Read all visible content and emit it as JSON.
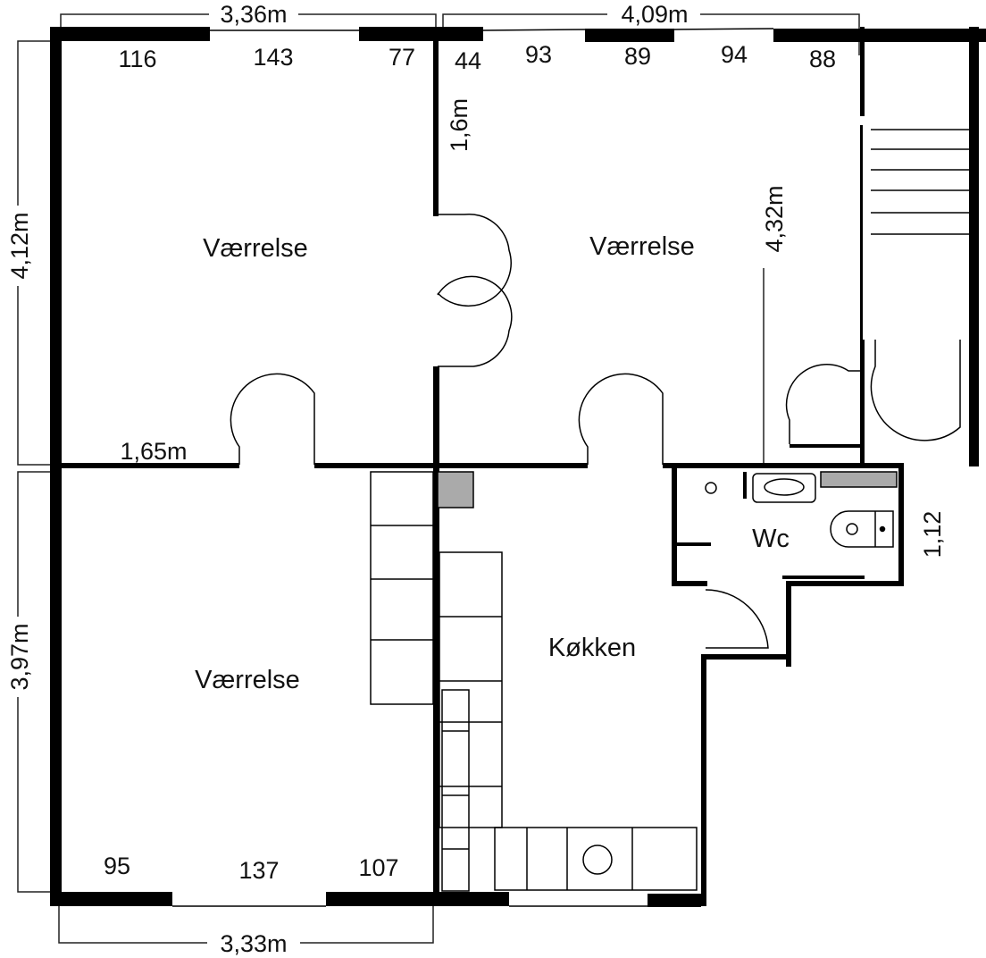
{
  "rooms": {
    "room_top_left": "Værrelse",
    "room_top_right": "Værrelse",
    "room_bottom_left": "Værrelse",
    "kitchen": "Køkken",
    "wc": "Wc"
  },
  "dimensions": {
    "top_left_width": "3,36m",
    "top_right_width": "4,09m",
    "left_top_height": "4,12m",
    "left_bottom_height": "3,97m",
    "bottom_width": "3,33m",
    "inner_wall": "1,6m",
    "door_offset": "1,65m",
    "right_room_height": "4,32m",
    "wc_width": "1,12"
  },
  "window_measurements": {
    "top": [
      "116",
      "143",
      "77",
      "44",
      "93",
      "89",
      "94",
      "88"
    ],
    "bottom": [
      "95",
      "137",
      "107"
    ]
  }
}
